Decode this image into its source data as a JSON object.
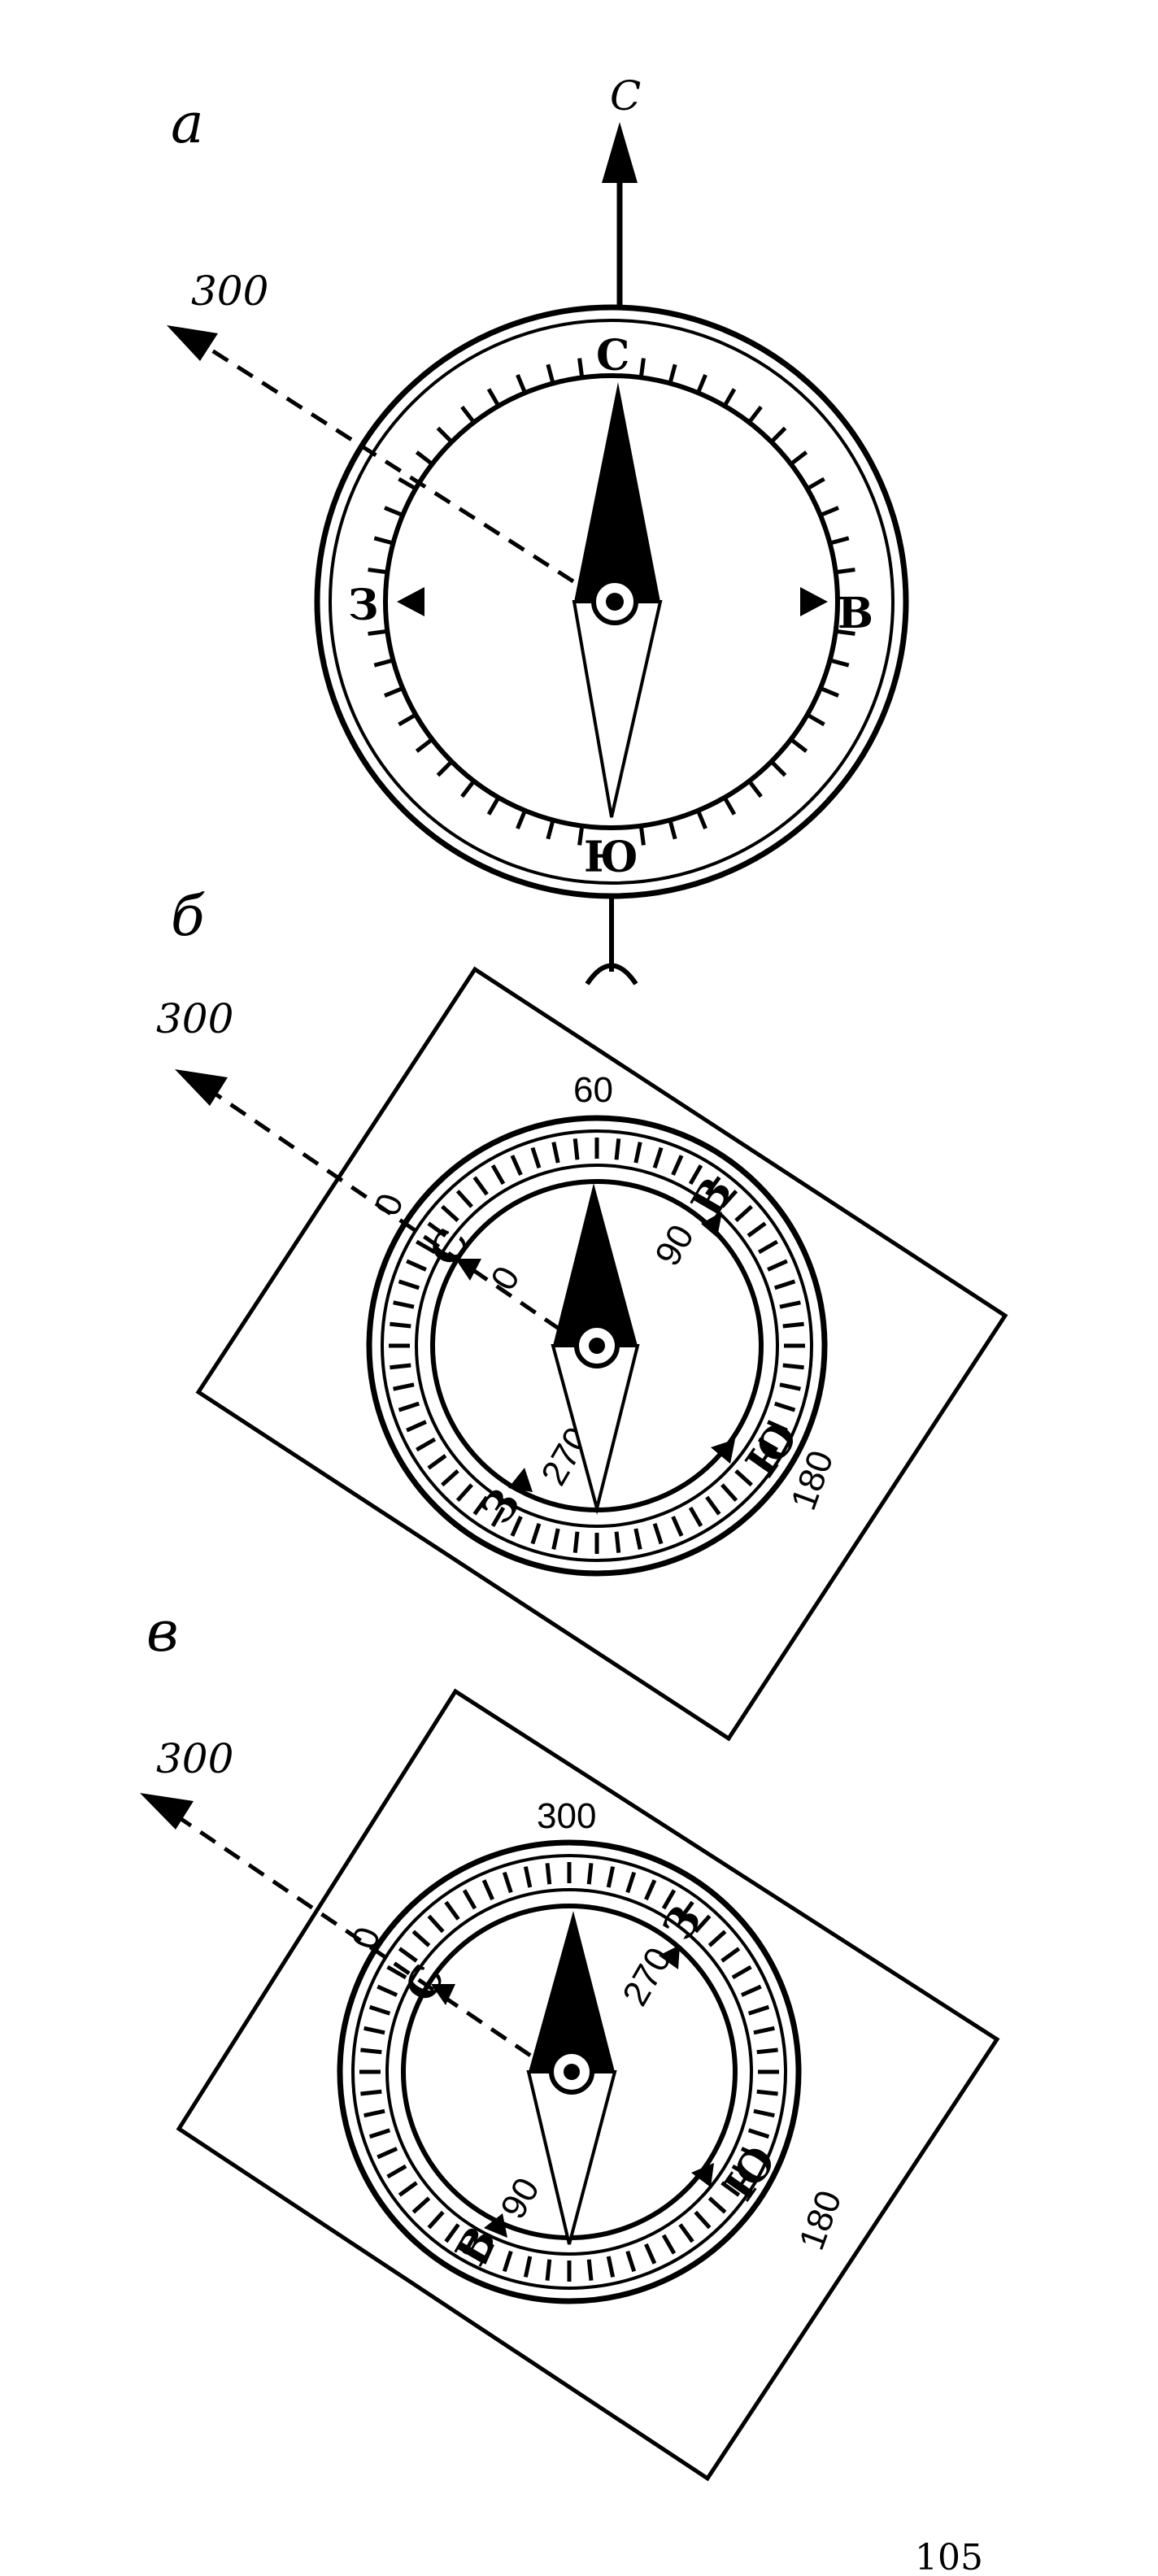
{
  "panel_a": {
    "label": "а",
    "north_arrow_label": "С",
    "azimuth_label": "300",
    "cardinals": {
      "north": "С",
      "east": "В",
      "south": "Ю",
      "west": "З"
    }
  },
  "panel_b": {
    "label": "б",
    "azimuth_label": "300",
    "scale_top": "60",
    "scale_zero": "0",
    "scale_180": "180",
    "inner_90": "90",
    "inner_270": "270",
    "inner_zero": "0",
    "cardinals": {
      "north": "С",
      "east": "В",
      "south": "Ю",
      "west": "З"
    }
  },
  "panel_c": {
    "label": "в",
    "azimuth_label": "300",
    "scale_top": "300",
    "scale_zero": "0",
    "scale_180": "180",
    "inner_90": "90",
    "inner_270": "270",
    "cardinals": {
      "north": "С",
      "east": "В",
      "south": "Ю",
      "west": "З"
    }
  },
  "page_number": "105",
  "colors": {
    "ink": "#000000",
    "paper": "#ffffff"
  }
}
